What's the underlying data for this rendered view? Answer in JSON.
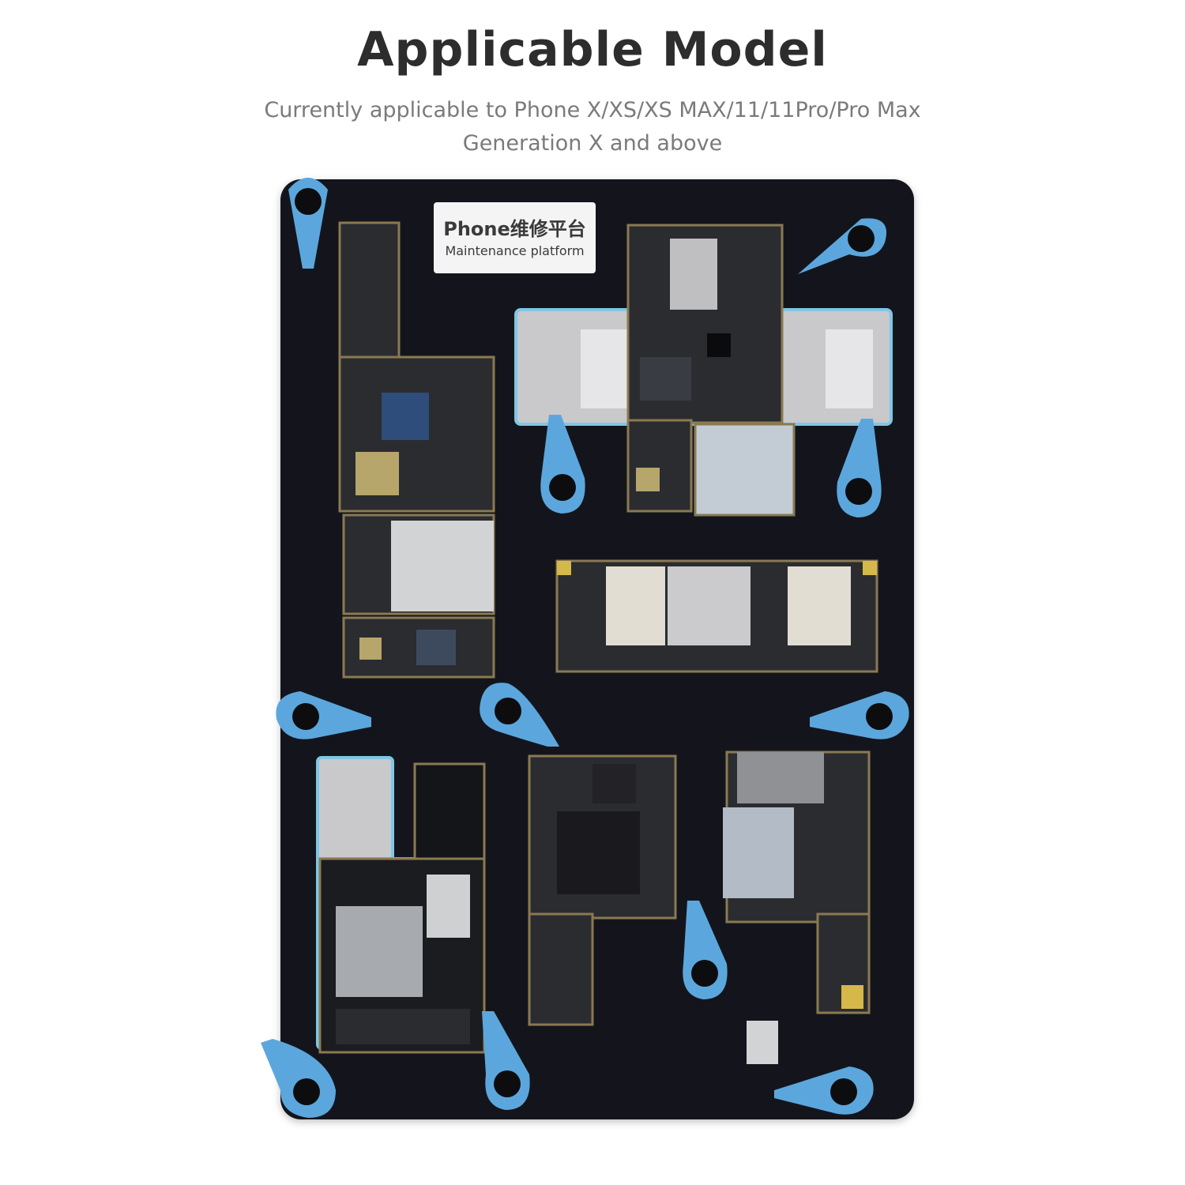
{
  "header": {
    "title": "Applicable Model",
    "subtitle_line1": "Currently applicable to Phone X/XS/XS MAX/11/11Pro/Pro Max",
    "subtitle_line2": "Generation X and above"
  },
  "fixture": {
    "label_cn": "Phone维修平台",
    "label_en": "Maintenance platform"
  },
  "colors": {
    "fixture": "#14151c",
    "clamp": "#5ba7dd",
    "board": "#2b2c30",
    "shield": "#d9dadb",
    "slot_glow": "#7fc7e6"
  }
}
